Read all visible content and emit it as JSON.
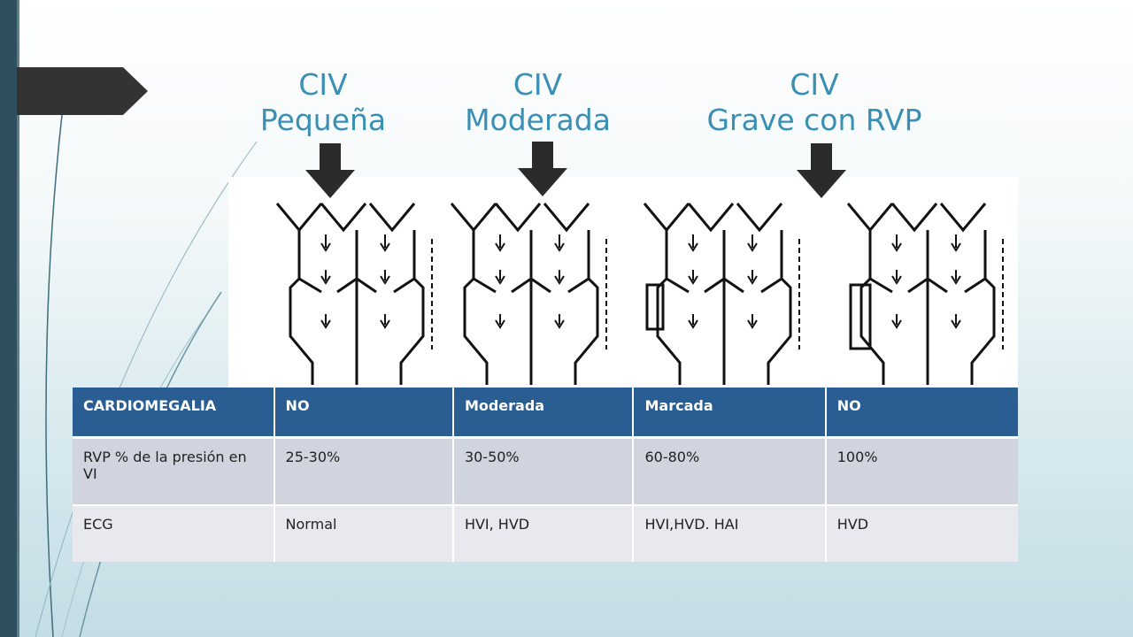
{
  "headings": [
    {
      "line1": "CIV",
      "line2": "Pequeña"
    },
    {
      "line1": "CIV",
      "line2": "Moderada"
    },
    {
      "line1": "CIV",
      "line2": "Grave con RVP"
    }
  ],
  "table": {
    "header": [
      "CARDIOMEGALIA",
      "NO",
      "Moderada",
      "Marcada",
      "NO"
    ],
    "rows": [
      [
        "RVP % de la presión en VI",
        "25-30%",
        "30-50%",
        "60-80%",
        "100%"
      ],
      [
        "ECG",
        "Normal",
        "HVI, HVD",
        "HVI,HVD. HAI",
        "HVD"
      ]
    ]
  },
  "icons": {
    "pointer": "down-arrow-icon",
    "tab": "chevron-tab-icon"
  },
  "colors": {
    "heading": "#3a8fb4",
    "table_header": "#2a5d91",
    "left_bar": "#2f4e5e",
    "arrow": "#2b2b2b"
  }
}
